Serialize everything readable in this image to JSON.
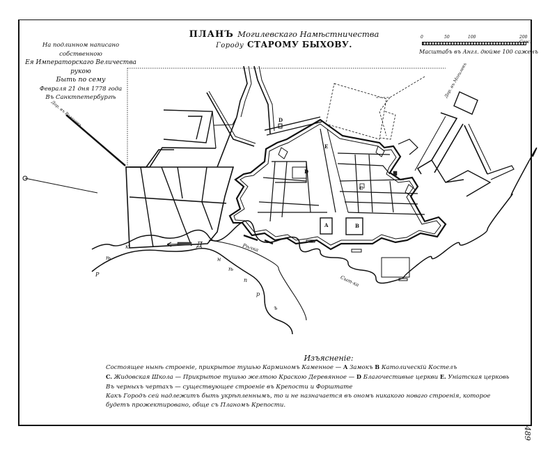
{
  "title": {
    "prefix": "ПЛАНЪ",
    "line1_script": "Могилевскаго Намѣстничества",
    "line2_small": "Городу",
    "line2": "СТАРОМУ БЫХОВУ."
  },
  "approval": {
    "line1": "На подлинном написано собственною",
    "line2": "Ея Императорскаго Величества рукою",
    "line3": "Быть по сему",
    "line4": "Февраля 21 дня 1778 года",
    "line5": "Въ Санктпетербургѣ"
  },
  "scale": {
    "ticks": [
      "0",
      "50",
      "100",
      "200 Саж."
    ],
    "caption": "Масштабъ въ Англ. дюйме 100 саженъ"
  },
  "map_labels": {
    "A": "A",
    "B": "B",
    "C": "C",
    "D_small": "D",
    "D_church": "D",
    "E": "E",
    "river_main": [
      "Р",
      "ѣ",
      "к",
      "а",
      "Д",
      "н",
      "ѣ",
      "п",
      "р",
      "ъ"
    ],
    "river_side1": "Рѣчка",
    "river_side2": "Сыт-ка",
    "road_west": "Дор. въ Рогачевъ",
    "road_northeast": "Дор. въ Могилевъ"
  },
  "legend": {
    "title": "Изъясненіе:",
    "rows": [
      {
        "text": "Состоящее нынѣ строеніе, прикрытое тушью Карминомъ Каменное —",
        "key": "A",
        "desc": "Замокъ",
        "key2": "B",
        "desc2": "Католическій Костелъ"
      },
      {
        "key0": "C.",
        "text": "Жидовская Школа —  Прикрытое тушью желтою Краскою Деревянное —",
        "key": "D",
        "desc": "Благочестивые церкви",
        "key2": "E.",
        "desc2": "Уніатская церковь"
      },
      {
        "text": "Въ черныхъ чертахъ — существующее строеніе въ Крепости и Форштате"
      },
      {
        "text": "Какъ Городъ сей надлежитъ быть укрѣпленнымъ, то и не назначается въ ономъ никакого новаго строенія, которое"
      },
      {
        "text": "будетъ прожектировано, обще съ Планомъ Крепости."
      }
    ]
  },
  "page_number": "489",
  "colors": {
    "ink": "#111111",
    "paper": "#ffffff"
  }
}
